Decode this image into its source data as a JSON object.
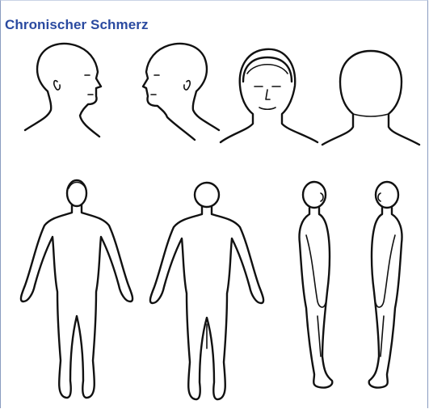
{
  "panel": {
    "title": "Chronischer Schmerz"
  },
  "figures": {
    "heads": [
      "head-right-profile",
      "head-left-profile",
      "head-front",
      "head-back"
    ],
    "bodies": [
      "body-front",
      "body-back",
      "body-right-side",
      "body-left-side"
    ]
  }
}
